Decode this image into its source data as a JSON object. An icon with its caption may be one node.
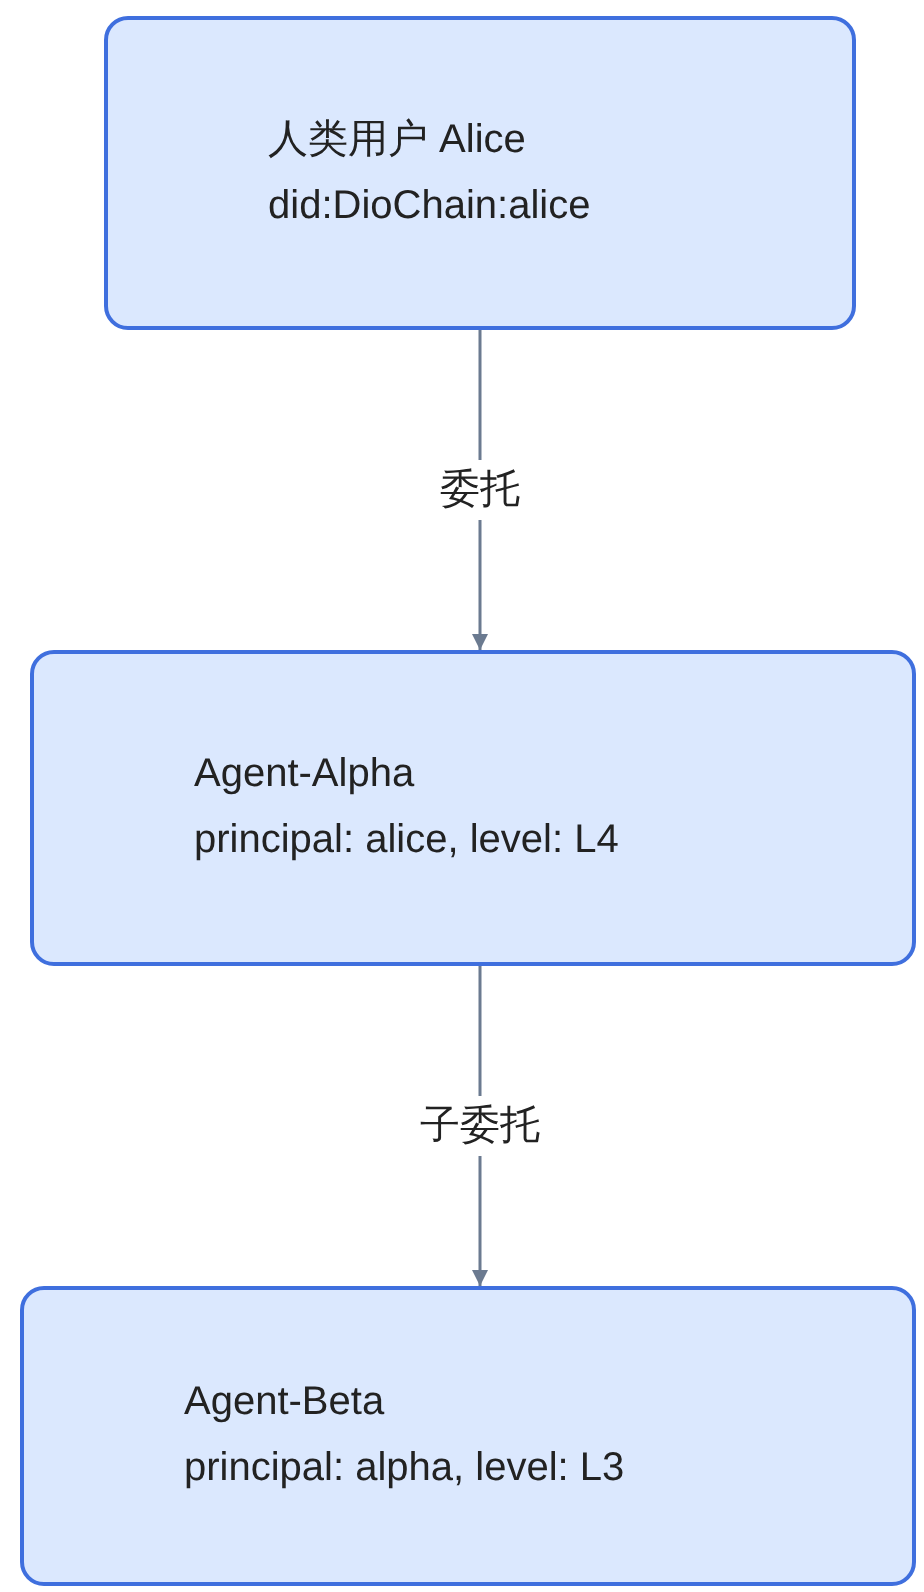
{
  "diagram": {
    "nodes": [
      {
        "text": [
          "人类用户 Alice",
          "did:DioChain:alice"
        ]
      },
      {
        "text": [
          "Agent-Alpha",
          "principal: alice, level: L4"
        ]
      },
      {
        "text": [
          "Agent-Beta",
          "principal: alpha, level: L3"
        ]
      }
    ],
    "edges": [
      {
        "from": 0,
        "to": 1,
        "arrow": "to",
        "label": "委托"
      },
      {
        "from": 1,
        "to": 2,
        "arrow": "to",
        "label": "子委托"
      }
    ]
  }
}
